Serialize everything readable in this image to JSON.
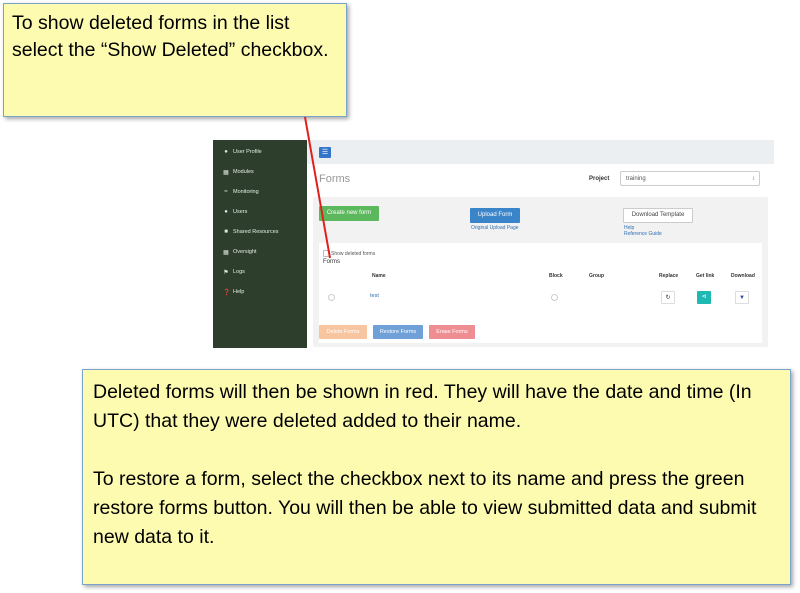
{
  "callouts": {
    "top": "To show deleted forms in the list select the “Show Deleted” checkbox.",
    "bottom_p1": "Deleted forms will then be shown in red.  They will have the date and time (In UTC) that they were deleted added to their name.",
    "bottom_p2": "To restore a form, select the checkbox next to its name and press the green restore forms button.  You will then be able to view submitted data and submit new data to it."
  },
  "sidebar": {
    "items": [
      {
        "icon": "user-icon",
        "label": "User Profile"
      },
      {
        "icon": "grid-icon",
        "label": "Modules"
      },
      {
        "icon": "wifi-icon",
        "label": "Monitoring"
      },
      {
        "icon": "user-icon",
        "label": "Users"
      },
      {
        "icon": "database-icon",
        "label": "Shared Resources"
      },
      {
        "icon": "grid-icon",
        "label": "Oversight"
      },
      {
        "icon": "flag-icon",
        "label": "Logs"
      },
      {
        "icon": "help-icon",
        "label": "Help"
      }
    ]
  },
  "header": {
    "title": "Forms",
    "project_label": "Project",
    "project_value": "training"
  },
  "toolbar": {
    "create": "Create new form",
    "upload": "Upload Form",
    "upload_link": "Original Upload Page",
    "download_template": "Download Template",
    "help": "Help",
    "reference": "Reference Guide"
  },
  "table": {
    "show_deleted": "Show deleted forms",
    "subheading": "Forms",
    "columns": {
      "name": "Name",
      "block": "Block",
      "group": "Group",
      "replace": "Replace",
      "getlink": "Get link",
      "download": "Download"
    },
    "rows": [
      {
        "name": "test"
      }
    ]
  },
  "actions": {
    "delete": "Delete Forms",
    "restore": "Restore Forms",
    "erase": "Erase Forms"
  },
  "colors": {
    "callout_bg": "#fdfbb0",
    "sidebar_bg": "#2d3e2d",
    "arrow": "#e0201b",
    "create_green": "#5cb85c",
    "upload_blue": "#3a84c9",
    "getlink_teal": "#1fb9b3"
  }
}
